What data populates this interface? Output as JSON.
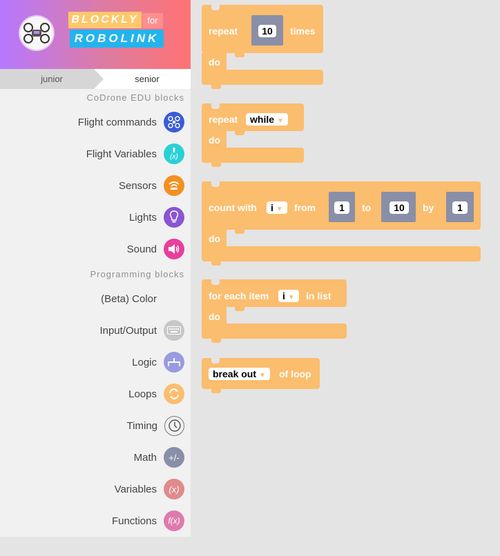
{
  "header": {
    "brand_top": "BLOCKLY",
    "brand_for": "for",
    "brand_bottom": "ROBOLINK"
  },
  "tabs": [
    {
      "label": "junior",
      "active": false
    },
    {
      "label": "senior",
      "active": true
    }
  ],
  "sections": {
    "codrone": "CoDrone EDU blocks",
    "programming": "Programming blocks"
  },
  "categories": {
    "flight_commands": {
      "label": "Flight commands",
      "icon": "drone-icon",
      "color": "#3a5bd9"
    },
    "flight_variables": {
      "label": "Flight Variables",
      "icon": "up-arrow-x-icon",
      "glyph": "(x)",
      "color": "#2ad0d6"
    },
    "sensors": {
      "label": "Sensors",
      "icon": "signal-icon",
      "color": "#f3901f"
    },
    "lights": {
      "label": "Lights",
      "icon": "lightbulb-icon",
      "color": "#8a55d4"
    },
    "sound": {
      "label": "Sound",
      "icon": "speaker-icon",
      "color": "#e83f9c"
    },
    "color": {
      "label": "(Beta) Color"
    },
    "input_output": {
      "label": "Input/Output",
      "icon": "keyboard-icon",
      "color": "#c7c7c7"
    },
    "logic": {
      "label": "Logic",
      "icon": "branch-icon",
      "color": "#9a9ae0"
    },
    "loops": {
      "label": "Loops",
      "icon": "loop-arrows-icon",
      "color": "#fbbd6e"
    },
    "timing": {
      "label": "Timing",
      "icon": "clock-icon",
      "color": "#f1f1f1"
    },
    "math": {
      "label": "Math",
      "icon": "plus-minus-icon",
      "glyph": "+/-",
      "color": "#8a8fa8"
    },
    "variables": {
      "label": "Variables",
      "icon": "x-variable-icon",
      "glyph": "(x)",
      "color": "#e08a8a"
    },
    "functions": {
      "label": "Functions",
      "icon": "function-icon",
      "glyph": "f(x)",
      "color": "#de7aae"
    }
  },
  "blocks": {
    "repeat_times": {
      "repeat": "repeat",
      "count": "10",
      "times": "times",
      "do": "do"
    },
    "repeat_while": {
      "repeat": "repeat",
      "mode": "while",
      "do": "do"
    },
    "count_with": {
      "label": "count with",
      "var": "i",
      "from": "from",
      "from_val": "1",
      "to": "to",
      "to_val": "10",
      "by": "by",
      "by_val": "1",
      "do": "do"
    },
    "for_each": {
      "label": "for each item",
      "var": "i",
      "in_list": "in list",
      "do": "do"
    },
    "break_out": {
      "mode": "break out",
      "of_loop": "of loop"
    }
  },
  "colors": {
    "block": "#fbbd6e",
    "socket": "#8a8fa8"
  }
}
